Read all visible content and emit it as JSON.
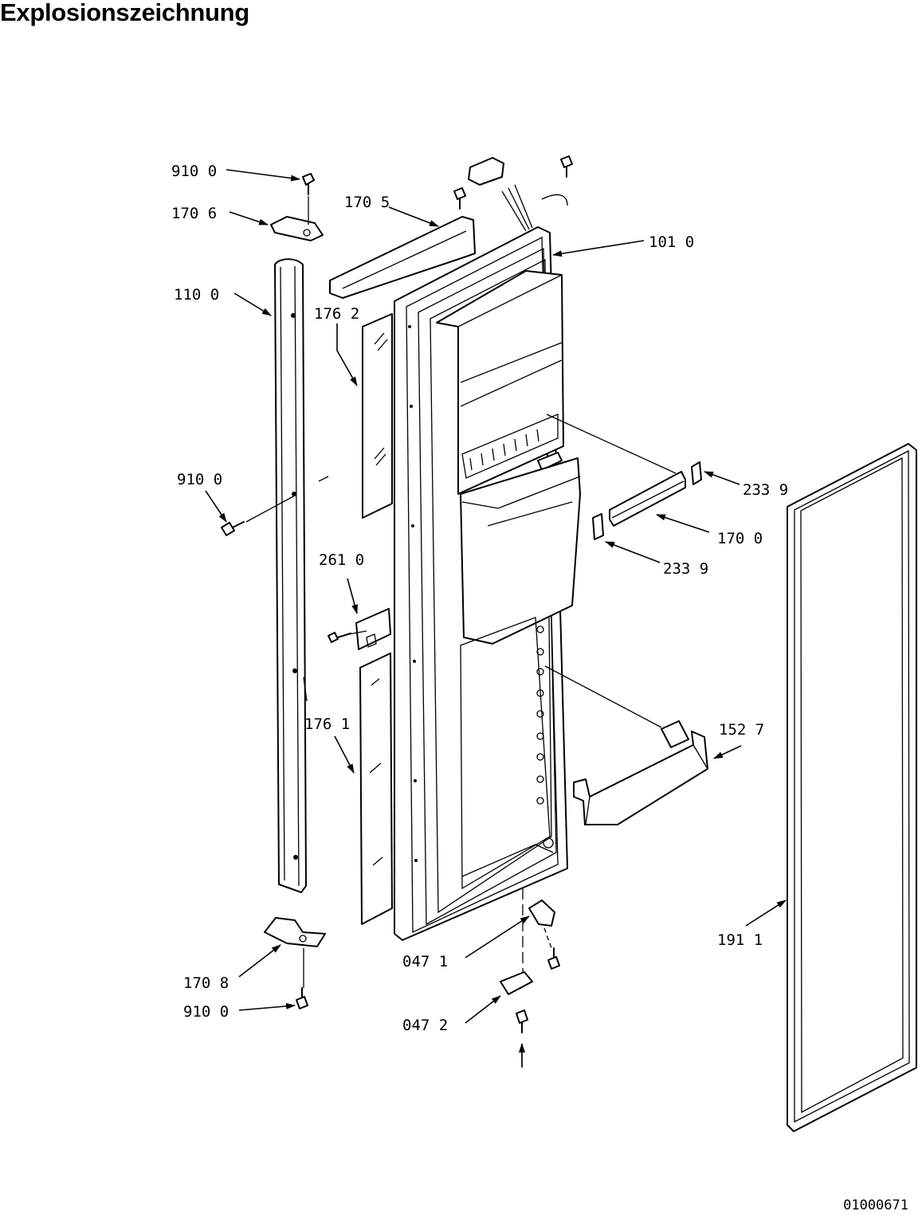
{
  "title": "Explosionszeichnung",
  "doc_number": "01000671",
  "labels": {
    "hinge_screw_top": "910 0",
    "hinge_top": "170 6",
    "cover_top": "170 5",
    "door": "101 0",
    "trim_strip": "110 0",
    "glass_upper": "176 2",
    "screw_mid": "910 0",
    "end_cap_right": "233 9",
    "shelf_rail": "170 0",
    "end_cap_left": "233 9",
    "block": "261 0",
    "door_bin": "152 7",
    "glass_lower": "176 1",
    "gasket": "191 1",
    "hinge_bushing": "047 1",
    "hinge_bottom_bracket": "047 2",
    "hinge_bottom": "170 8",
    "hinge_screw_bottom": "910 0"
  },
  "icons": {
    "arrowhead": "arrowhead-icon",
    "screw": "screw-icon"
  }
}
